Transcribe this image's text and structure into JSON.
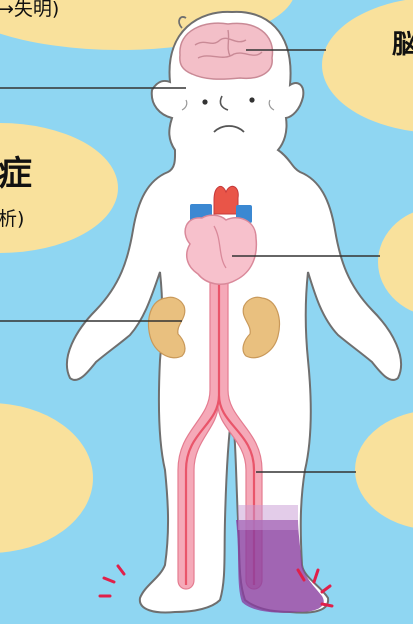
{
  "colors": {
    "background": "#8fd6f2",
    "bubble": "#f9e19c",
    "skin": "#ffffff",
    "outline": "#6f6f6f",
    "brain": "#f3bfc8",
    "heart": "#f7c1cc",
    "aorta": "#e9556a",
    "vein_blue": "#3b88d2",
    "artery_pink": "#f5a9b8",
    "kidney": "#e9c07f",
    "foot_purple": "#8a3fa0",
    "pain_mark": "#e0204a",
    "leader_line": "#333333"
  },
  "labels": {
    "top_left_fragment": "→失明)",
    "brain_fragment": "脳",
    "left_heading_fragment": "症",
    "left_sub_fragment": "析)"
  },
  "icons": [
    "brain-icon",
    "heart-icon",
    "kidney-icon",
    "pain-mark-icon"
  ]
}
